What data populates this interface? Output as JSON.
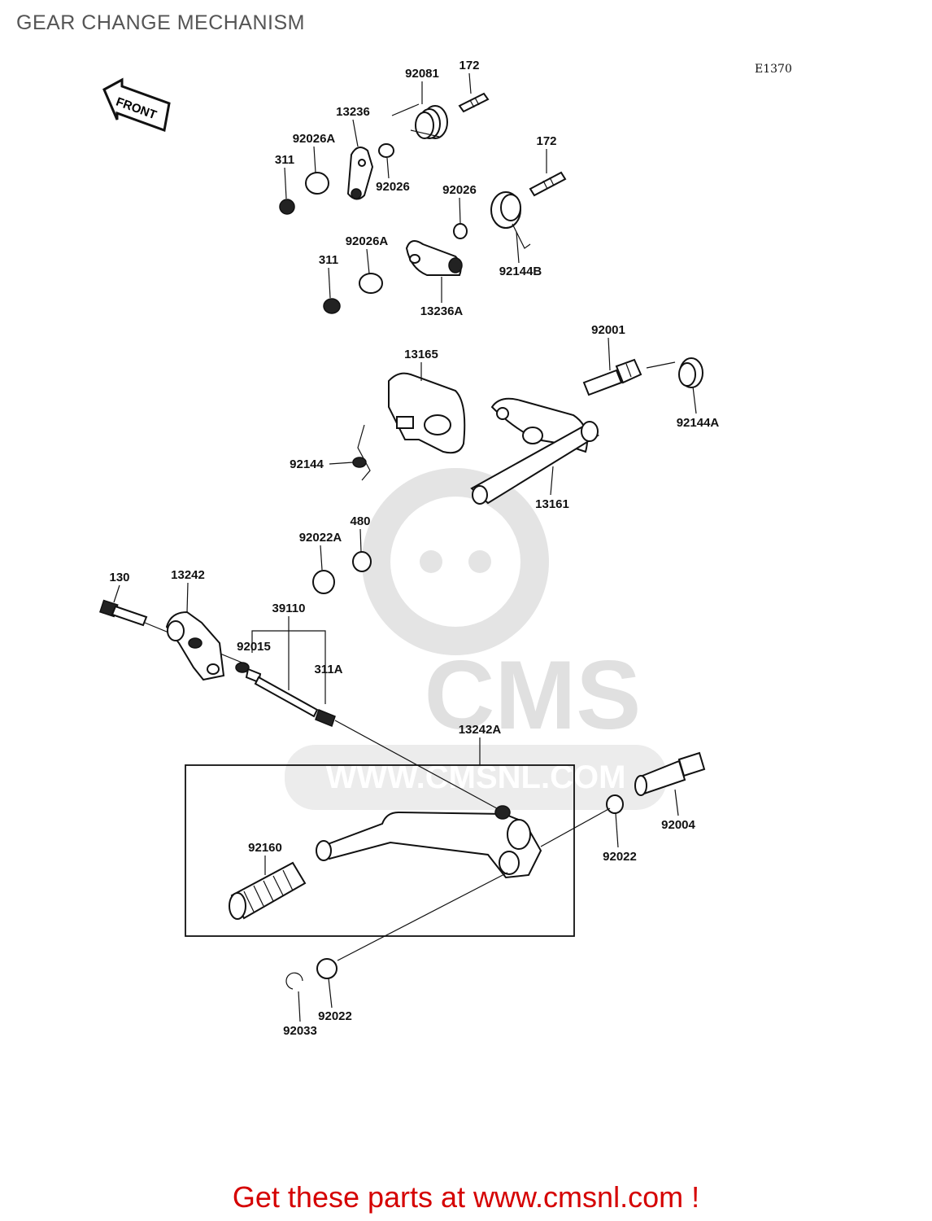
{
  "title": "GEAR CHANGE MECHANISM",
  "diagram_ref": "E1370",
  "front_label": "FRONT",
  "watermark": {
    "brand": "CMS",
    "url": "WWW.CMSNL.COM"
  },
  "labels": {
    "p92081": "92081",
    "p172a": "172",
    "p13236": "13236",
    "p92026A_a": "92026A",
    "p311a": "311",
    "p92026_a": "92026",
    "p172b": "172",
    "p92026_b": "92026",
    "p92144B": "92144B",
    "p92026A_b": "92026A",
    "p311b": "311",
    "p13236A": "13236A",
    "p92001": "92001",
    "p13165": "13165",
    "p92144A": "92144A",
    "p92144": "92144",
    "p13161": "13161",
    "p480": "480",
    "p92022A": "92022A",
    "p130": "130",
    "p13242": "13242",
    "p39110": "39110",
    "p92015": "92015",
    "p311A": "311A",
    "p13242A": "13242A",
    "p92004": "92004",
    "p92160": "92160",
    "p92022_a": "92022",
    "p92022_b": "92022",
    "p92033": "92033"
  },
  "footer": "Get these parts at www.cmsnl.com !"
}
